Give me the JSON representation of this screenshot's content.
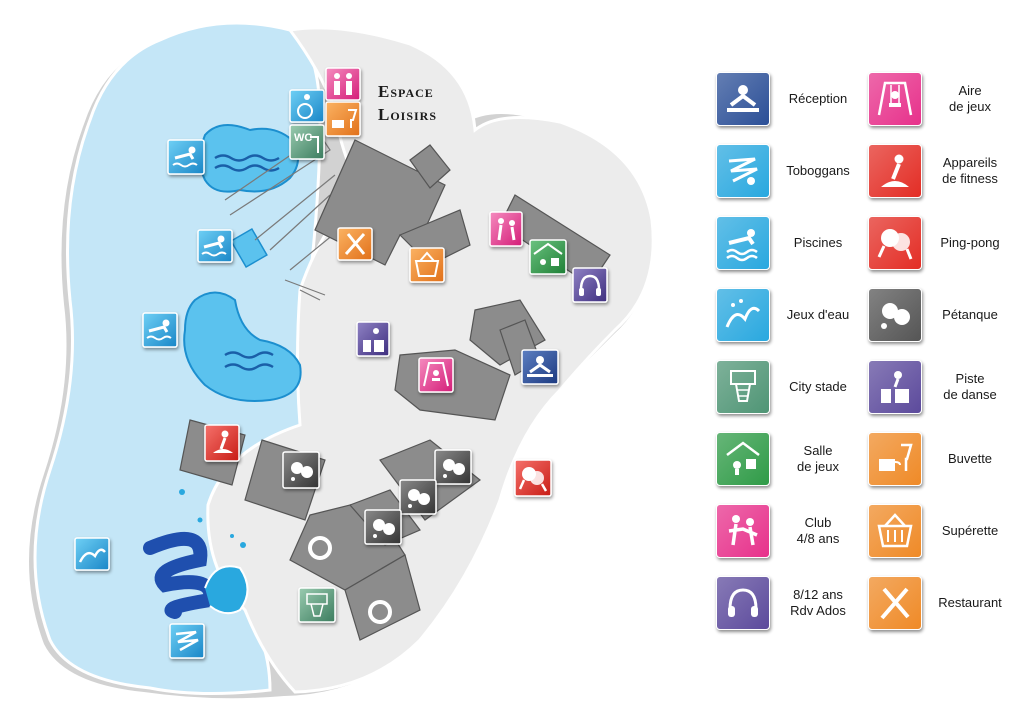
{
  "map": {
    "area_title_line1": "Espace",
    "area_title_line2": "Loisirs",
    "wc_label": "WC"
  },
  "colors": {
    "navy": "#2b4f97",
    "cyan": "#29a8df",
    "pink": "#e7318b",
    "red": "#e32d25",
    "gray": "#555555",
    "sage": "#4f9575",
    "green": "#2f9b47",
    "purple": "#5c4a9c",
    "orange": "#ef8a27",
    "water": "#bfe3f5",
    "land": "#ebebeb"
  },
  "legend": {
    "items": [
      {
        "label": "Réception",
        "icon": "reception-icon",
        "color": "#2b4f97"
      },
      {
        "label": "Toboggans",
        "icon": "waterslide-icon",
        "color": "#29a8df"
      },
      {
        "label": "Piscines",
        "icon": "swimmer-icon",
        "color": "#29a8df"
      },
      {
        "label": "Jeux d'eau",
        "icon": "water-splash-icon",
        "color": "#29a8df"
      },
      {
        "label": "City stade",
        "icon": "basketball-hoop-icon",
        "color": "#4f9575"
      },
      {
        "label": "Salle\nde jeux",
        "icon": "game-room-icon",
        "color": "#2f9b47"
      },
      {
        "label": "Club\n4/8 ans",
        "icon": "kids-club-icon",
        "color": "#e7318b"
      },
      {
        "label": "8/12 ans\nRdv Ados",
        "icon": "headphones-icon",
        "color": "#5c4a9c"
      },
      {
        "label": "Aire\nde jeux",
        "icon": "swing-icon",
        "color": "#e7318b"
      },
      {
        "label": "Appareils\nde fitness",
        "icon": "fitness-icon",
        "color": "#e32d25"
      },
      {
        "label": "Ping-pong",
        "icon": "ping-pong-icon",
        "color": "#e32d25"
      },
      {
        "label": "Pétanque",
        "icon": "petanque-icon",
        "color": "#555555"
      },
      {
        "label": "Piste\nde danse",
        "icon": "dj-icon",
        "color": "#5c4a9c"
      },
      {
        "label": "Buvette",
        "icon": "bar-drink-icon",
        "color": "#ef8a27"
      },
      {
        "label": "Supérette",
        "icon": "shopping-basket-icon",
        "color": "#ef8a27"
      },
      {
        "label": "Restaurant",
        "icon": "restaurant-icon",
        "color": "#ef8a27"
      }
    ]
  }
}
